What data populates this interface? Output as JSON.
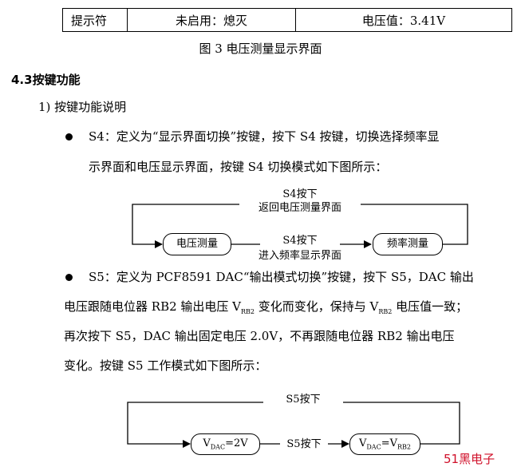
{
  "table": {
    "col1": "提示符",
    "col2": "未启用：熄灭",
    "col3": "电压值：3.41V"
  },
  "figure_caption": "图 3  电压测量显示界面",
  "section_heading": "4.3按键功能",
  "item_1": "1)   按键功能说明",
  "s4": {
    "line1": "S4：定义为“显示界面切换”按键，按下 S4 按键，切换选择频率显",
    "line2": "示界面和电压显示界面，按键 S4 切换模式如下图所示："
  },
  "diagram1": {
    "top_label_1": "S4按下",
    "top_label_2": "返回电压测量界面",
    "mid_label_1": "S4按下",
    "mid_label_2": "进入频率显示界面",
    "node_left": "电压测量",
    "node_right": "频率测量"
  },
  "s5": {
    "line1": "S5：定义为 PCF8591 DAC“输出模式切换”按键，按下 S5，DAC 输出",
    "line2_a": "电压跟随电位器 RB2 输出电压 V",
    "line2_sub": "RB2",
    "line2_b": " 变化而变化，保持与 V",
    "line2_sub2": "RB2",
    "line2_c": " 电压值一致；",
    "line3": "再次按下 S5，DAC 输出固定电压 2.0V，不再跟随电位器 RB2 输出电压",
    "line4": "变化。按键 S5 工作模式如下图所示："
  },
  "diagram2": {
    "top_label": "S5按下",
    "mid_label": "S5按下",
    "node_left_v": "V",
    "node_left_sub": "DAC",
    "node_left_val": "=2V",
    "node_right_v": "V",
    "node_right_sub": "DAC",
    "node_right_eq": "=V",
    "node_right_sub2": "RB2"
  },
  "watermark": "51黑电子"
}
